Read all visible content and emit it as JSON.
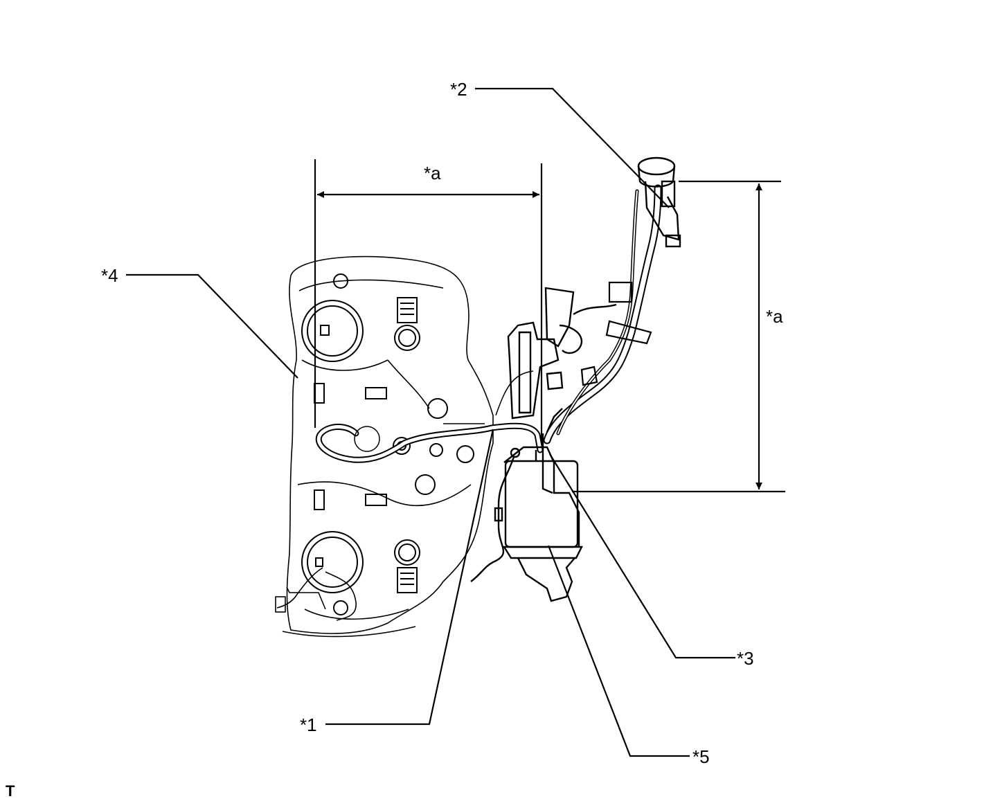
{
  "callouts": {
    "c1": "*1",
    "c2": "*2",
    "c3": "*3",
    "c4": "*4",
    "c5": "*5"
  },
  "dimensions": {
    "horizontal": "*a",
    "vertical": "*a"
  },
  "corner_mark": "T",
  "colors": {
    "line": "#000000",
    "background": "#ffffff"
  }
}
